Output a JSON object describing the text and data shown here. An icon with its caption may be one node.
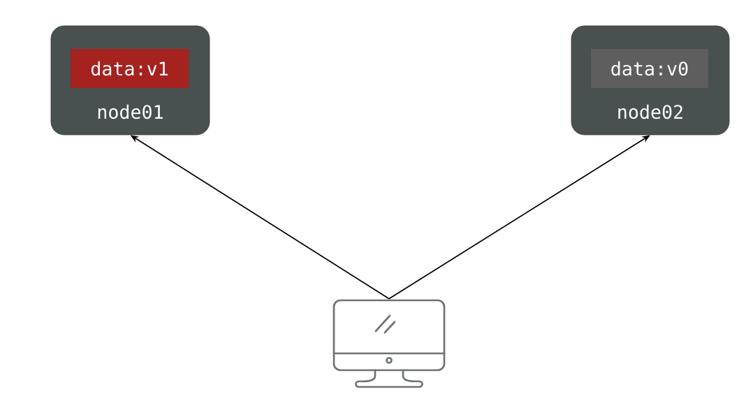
{
  "diagram": {
    "nodes": [
      {
        "text": [
          "node01"
        ]
      },
      {
        "text": [
          "data:v1"
        ],
        "in": 0
      },
      {
        "text": [
          "node02"
        ]
      },
      {
        "text": [
          "data:v0"
        ],
        "in": 2
      },
      {
        "text": [],
        "shape": "monitor"
      }
    ],
    "edges": [
      {
        "from": 4,
        "to": 0,
        "arrow": "to"
      },
      {
        "from": 4,
        "to": 2,
        "arrow": "to"
      }
    ]
  }
}
